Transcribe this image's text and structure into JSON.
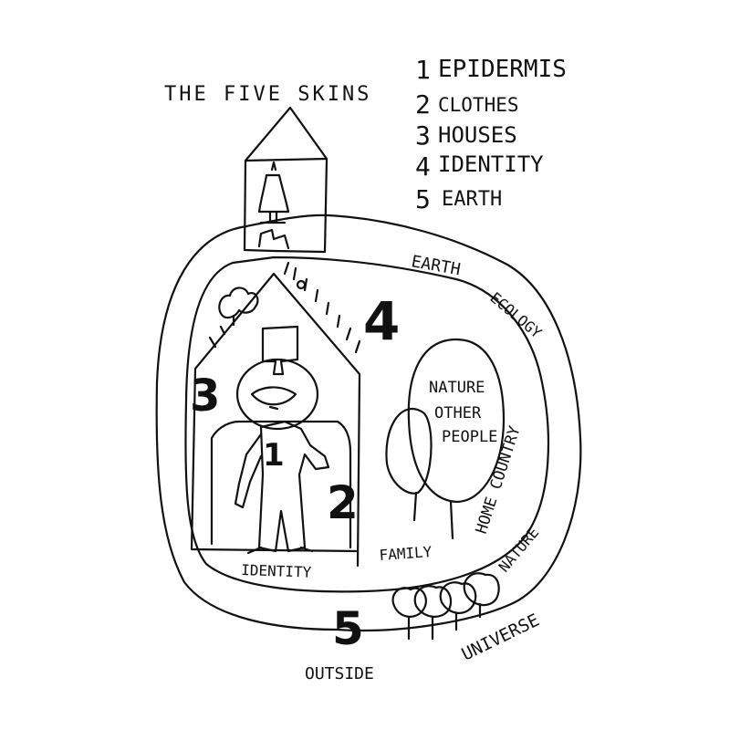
{
  "title": "THE FIVE SKINS",
  "legend": [
    {
      "num": "1",
      "text": "EPIDERMIS"
    },
    {
      "num": "2",
      "text": "CLOTHES"
    },
    {
      "num": "3",
      "text": "HOUSES"
    },
    {
      "num": "4",
      "text": "IDENTITY"
    },
    {
      "num": "5",
      "text": "EARTH"
    }
  ],
  "numbers": {
    "one": "1",
    "two": "2",
    "three": "3",
    "four": "4",
    "five": "5"
  },
  "labels": {
    "earth": "EARTH",
    "ecology": "ECOLOGY",
    "nature_line1": "NATURE",
    "nature_line2": "OTHER",
    "nature_line3": "PEOPLE",
    "home_country": "HOME COUNTRY",
    "family": "FAMILY",
    "identity": "IDENTITY",
    "nature_outer": "NATURE",
    "universe": "UNIVERSE",
    "outside": "OUTSIDE"
  }
}
